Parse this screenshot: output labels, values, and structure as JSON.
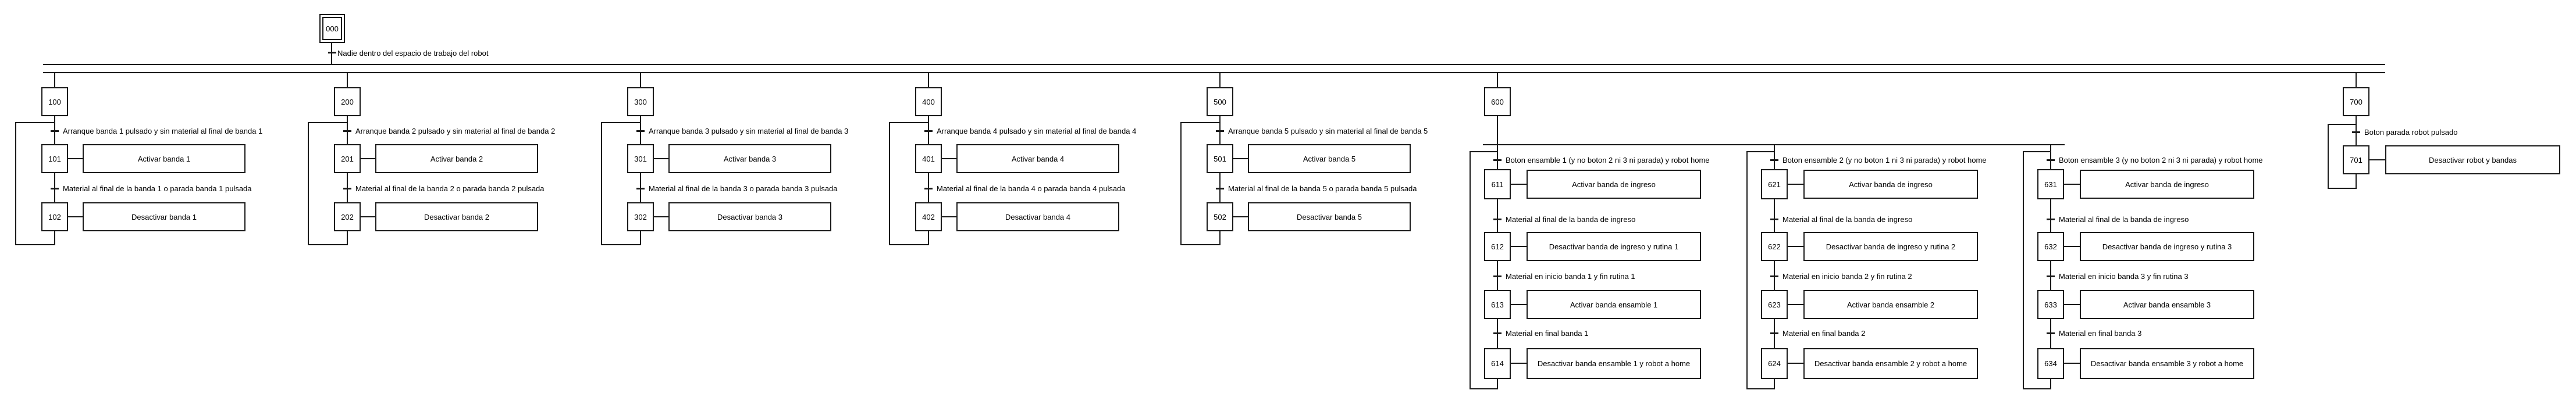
{
  "colors": {
    "stroke": "#1a1a1a",
    "background": "#ffffff"
  },
  "diagram": {
    "root": {
      "id": "000",
      "transition": "Nadie dentro del espacio de trabajo del robot"
    },
    "branches": [
      {
        "id": "100",
        "transitions": [
          "Arranque banda 1 pulsado y sin material al final de banda 1",
          "Material al final de la banda 1 o parada banda 1 pulsada"
        ],
        "steps": [
          {
            "id": "101",
            "action": "Activar banda 1"
          },
          {
            "id": "102",
            "action": "Desactivar banda 1"
          }
        ]
      },
      {
        "id": "200",
        "transitions": [
          "Arranque banda 2 pulsado y sin material al final de banda 2",
          "Material al final de la banda 2 o parada banda 2 pulsada"
        ],
        "steps": [
          {
            "id": "201",
            "action": "Activar banda 2"
          },
          {
            "id": "202",
            "action": "Desactivar banda 2"
          }
        ]
      },
      {
        "id": "300",
        "transitions": [
          "Arranque banda 3 pulsado y sin material al final de banda 3",
          "Material al final de la banda 3 o parada banda 3 pulsada"
        ],
        "steps": [
          {
            "id": "301",
            "action": "Activar banda 3"
          },
          {
            "id": "302",
            "action": "Desactivar banda 3"
          }
        ]
      },
      {
        "id": "400",
        "transitions": [
          "Arranque banda 4 pulsado y sin material al final de banda 4",
          "Material al final de la banda 4 o parada banda 4 pulsada"
        ],
        "steps": [
          {
            "id": "401",
            "action": "Activar banda 4"
          },
          {
            "id": "402",
            "action": "Desactivar banda 4"
          }
        ]
      },
      {
        "id": "500",
        "transitions": [
          "Arranque banda 5 pulsado y sin material al final de banda 5",
          "Material al final de la banda 5 o parada banda 5 pulsada"
        ],
        "steps": [
          {
            "id": "501",
            "action": "Activar banda 5"
          },
          {
            "id": "502",
            "action": "Desactivar banda 5"
          }
        ]
      }
    ],
    "assembly": {
      "id": "600",
      "subs": [
        {
          "transitions": [
            "Boton ensamble 1 (y no boton 2 ni 3 ni parada) y robot home",
            "Material al final de la banda de ingreso",
            "Material en inicio banda 1 y fin rutina 1",
            "Material en final banda 1"
          ],
          "steps": [
            {
              "id": "611",
              "action": "Activar banda de ingreso"
            },
            {
              "id": "612",
              "action": "Desactivar banda de ingreso y rutina 1"
            },
            {
              "id": "613",
              "action": "Activar banda ensamble 1"
            },
            {
              "id": "614",
              "action": "Desactivar banda ensamble 1 y robot a home"
            }
          ]
        },
        {
          "transitions": [
            "Boton ensamble 2 (y no boton 1 ni 3 ni parada) y robot home",
            "Material al final de la banda de ingreso",
            "Material en inicio banda 2 y fin rutina 2",
            "Material en final banda 2"
          ],
          "steps": [
            {
              "id": "621",
              "action": "Activar banda de ingreso"
            },
            {
              "id": "622",
              "action": "Desactivar banda de ingreso y rutina 2"
            },
            {
              "id": "623",
              "action": "Activar banda ensamble 2"
            },
            {
              "id": "624",
              "action": "Desactivar banda ensamble 2 y robot a home"
            }
          ]
        },
        {
          "transitions": [
            "Boton ensamble 3 (y no boton 2 ni 3 ni parada) y robot home",
            "Material al final de la banda de ingreso",
            "Material en inicio banda 3 y fin rutina 3",
            "Material en final banda 3"
          ],
          "steps": [
            {
              "id": "631",
              "action": "Activar banda de ingreso"
            },
            {
              "id": "632",
              "action": "Desactivar banda de ingreso y rutina 3"
            },
            {
              "id": "633",
              "action": "Activar banda ensamble 3"
            },
            {
              "id": "634",
              "action": "Desactivar banda ensamble 3 y robot a home"
            }
          ]
        }
      ]
    },
    "stop": {
      "id": "700",
      "transitions": [
        "Boton parada robot pulsado"
      ],
      "steps": [
        {
          "id": "701",
          "action": "Desactivar robot y bandas"
        }
      ]
    }
  }
}
